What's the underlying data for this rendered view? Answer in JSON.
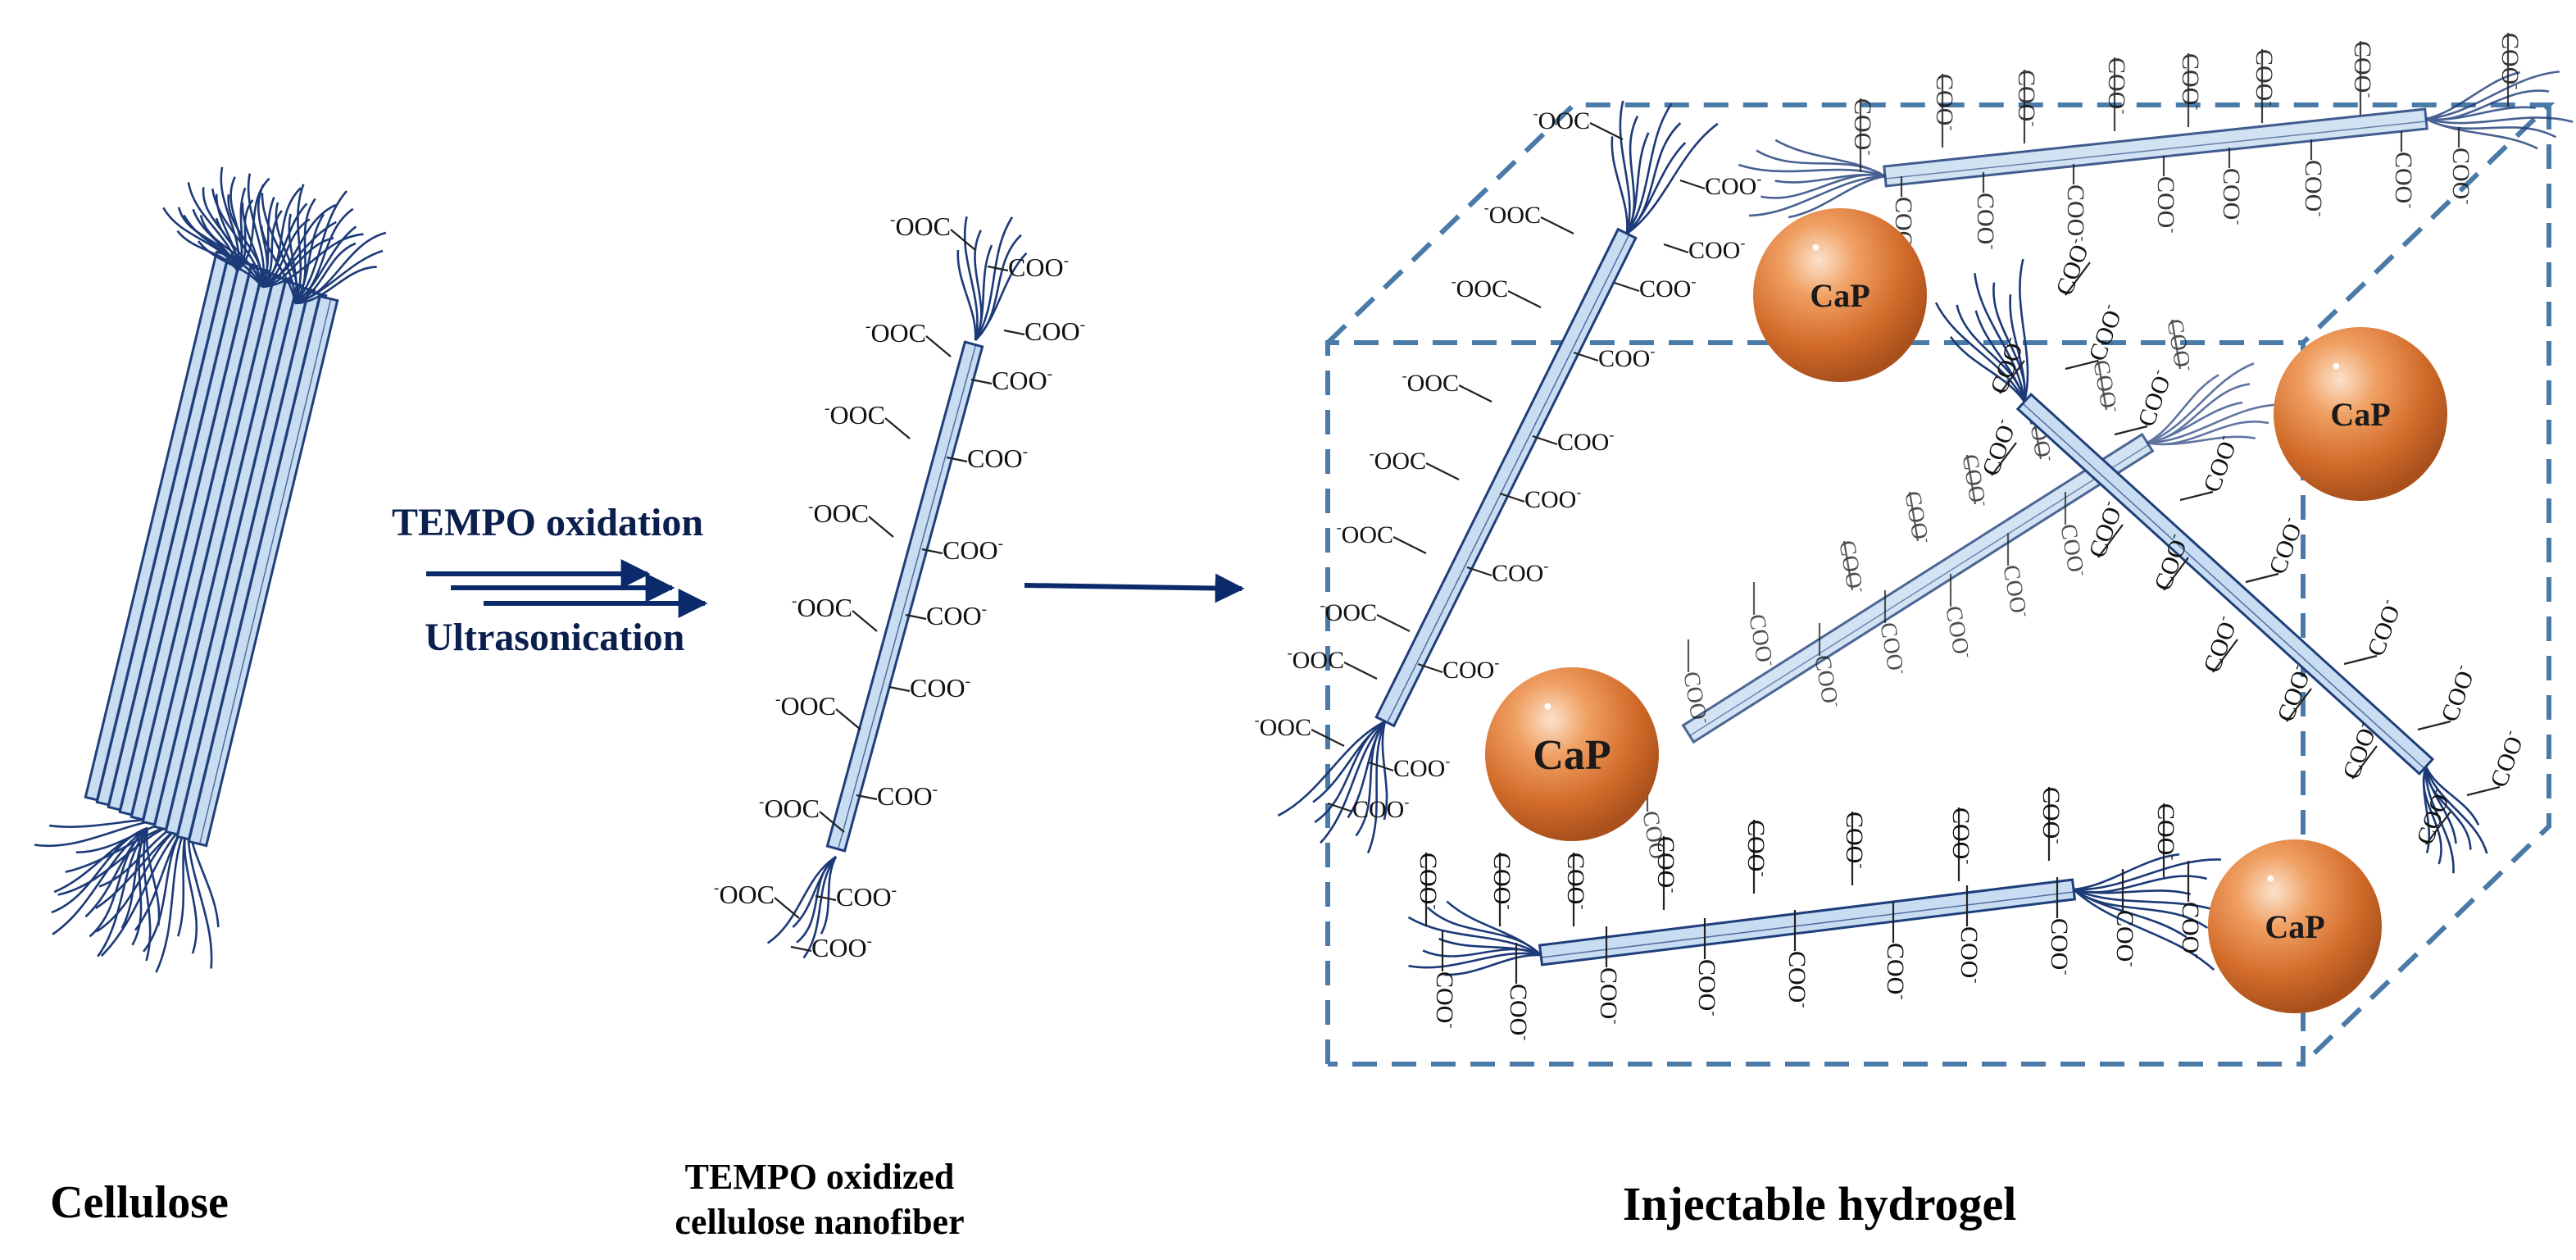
{
  "figure": {
    "process_labels": [
      "TEMPO oxidation",
      "Ultrasonication"
    ],
    "captions": {
      "cellulose": "Cellulose",
      "nanofiber_line1": "TEMPO oxidized",
      "nanofiber_line2": "cellulose nanofiber",
      "hydrogel": "Injectable hydrogel"
    },
    "group_label": "COO",
    "particle_label": "CaP",
    "colors": {
      "fiber_fill": "#c9ddf2",
      "fiber_edge": "#1f3f7a",
      "fibril": "#1c3a78",
      "arrow": "#0b2a6b",
      "box": "#4a7aa8",
      "particle": "#d9712f"
    }
  }
}
